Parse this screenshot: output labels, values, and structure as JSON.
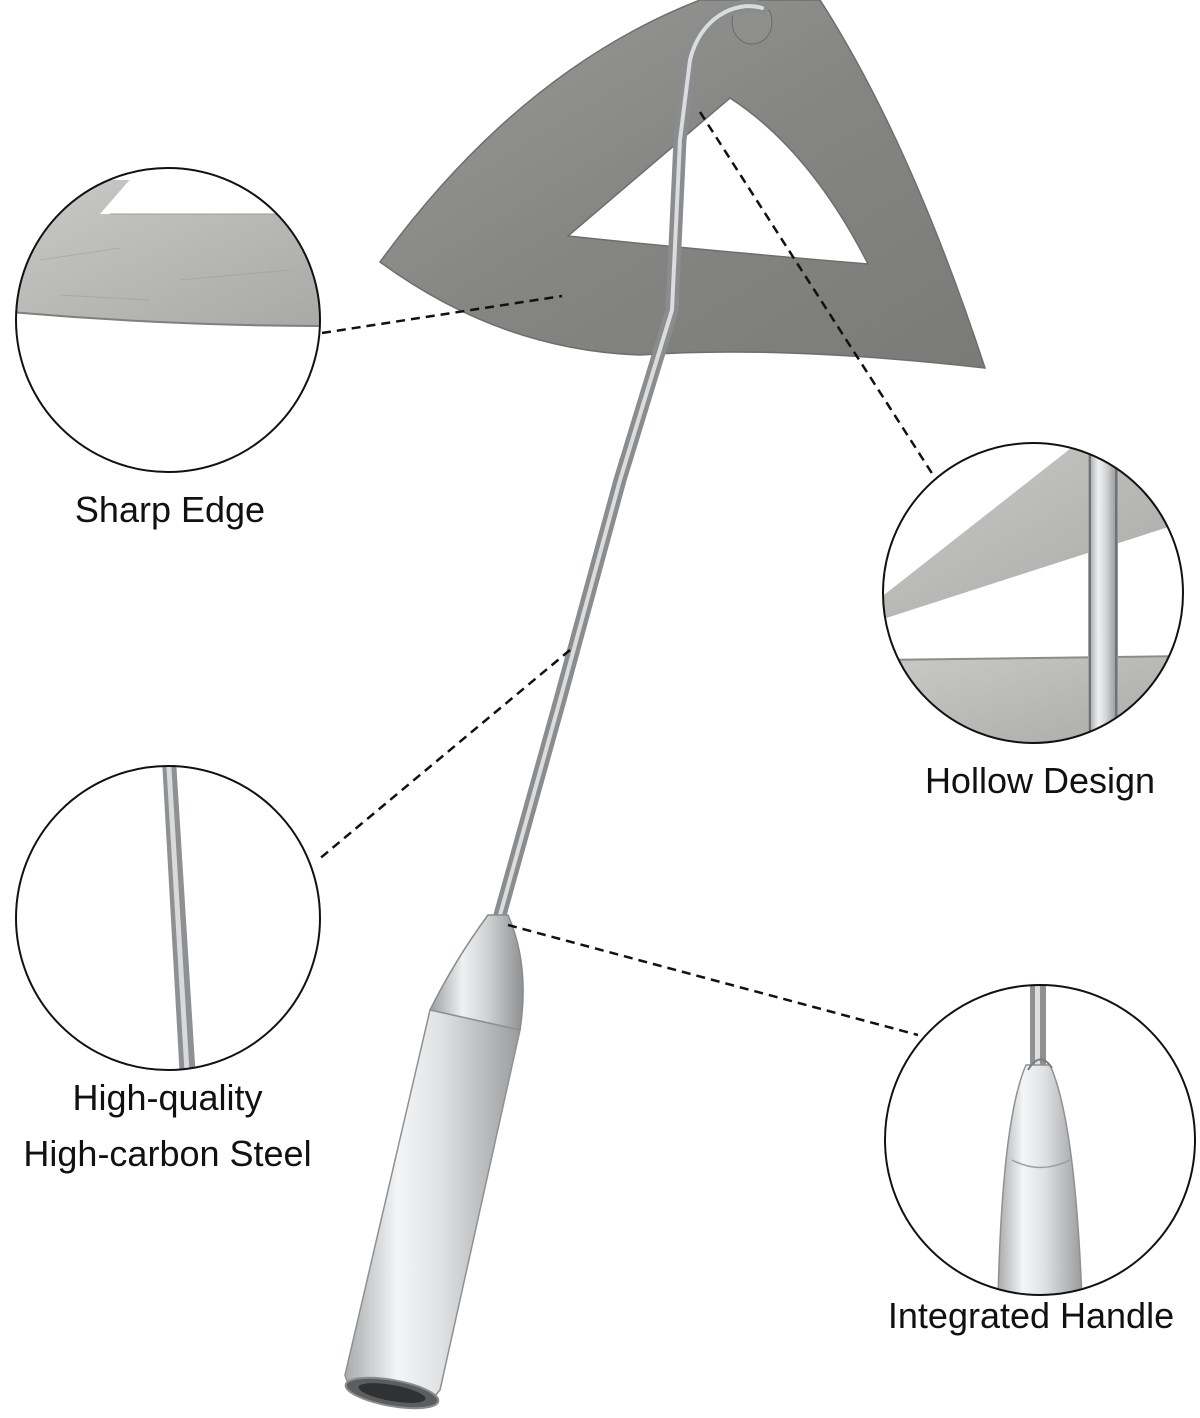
{
  "callouts": {
    "sharp_edge": "Sharp Edge",
    "hollow_design": "Hollow Design",
    "steel_line1": "High-quality",
    "steel_line2": "High-carbon Steel",
    "integrated_handle": "Integrated Handle"
  },
  "colors": {
    "background": "#ffffff",
    "blade": "#8a8a88",
    "steel_light": "#d4d6d8",
    "text": "#111111"
  },
  "icons": {
    "product": "hoe-icon"
  }
}
